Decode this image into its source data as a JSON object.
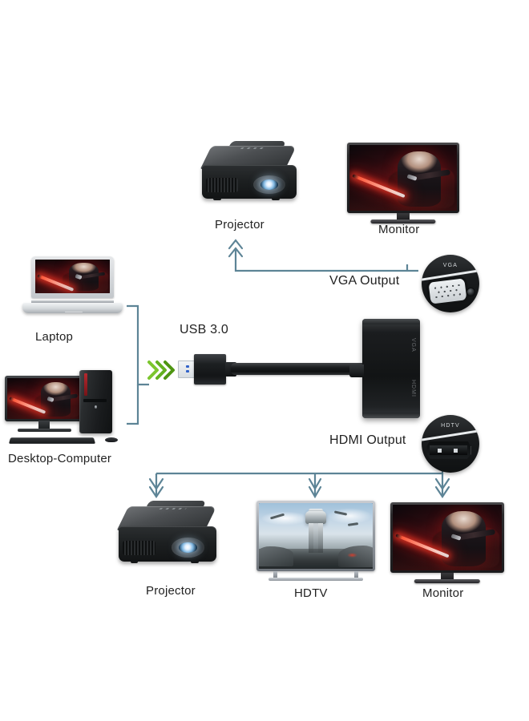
{
  "diagram": {
    "title_visible": false,
    "background_color": "#ffffff",
    "wire_color": "#5d8496",
    "chevron_color": "#6fbf2a",
    "labels": {
      "usb": "USB 3.0",
      "vga_output": "VGA Output",
      "hdmi_output": "HDMI Output",
      "laptop": "Laptop",
      "desktop": "Desktop-Computer",
      "projector_top": "Projector",
      "monitor_top": "Monitor",
      "projector_bottom": "Projector",
      "hdtv_bottom": "HDTV",
      "monitor_bottom": "Monitor"
    },
    "adapter": {
      "side_label_top": "VGA",
      "side_label_bottom": "HDMI"
    },
    "connectors": {
      "vga_circle_text": "VGA",
      "hdmi_circle_text": "HDTV"
    },
    "sources": [
      {
        "id": "laptop",
        "label": "Laptop"
      },
      {
        "id": "desktop",
        "label": "Desktop-Computer"
      }
    ],
    "vga_targets": [
      {
        "id": "projector-top",
        "label": "Projector"
      },
      {
        "id": "monitor-top",
        "label": "Monitor"
      }
    ],
    "hdmi_targets": [
      {
        "id": "projector-bottom",
        "label": "Projector"
      },
      {
        "id": "hdtv-bottom",
        "label": "HDTV"
      },
      {
        "id": "monitor-bottom",
        "label": "Monitor"
      }
    ]
  }
}
